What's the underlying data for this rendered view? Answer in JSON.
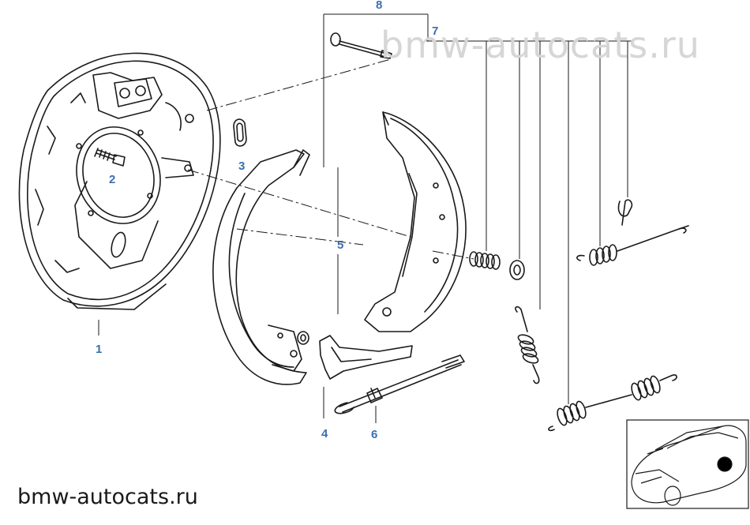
{
  "watermark_top": "bmw-autocats.ru",
  "watermark_bottom": "bmw-autocats.ru",
  "callouts": {
    "c1": "1",
    "c2": "2",
    "c3": "3",
    "c4": "4",
    "c5": "5",
    "c6": "6",
    "c7": "7",
    "c8": "8"
  },
  "colors": {
    "line": "#1a1a1a",
    "callout": "#3a6fb0",
    "watermark": "#d6d6d6"
  }
}
